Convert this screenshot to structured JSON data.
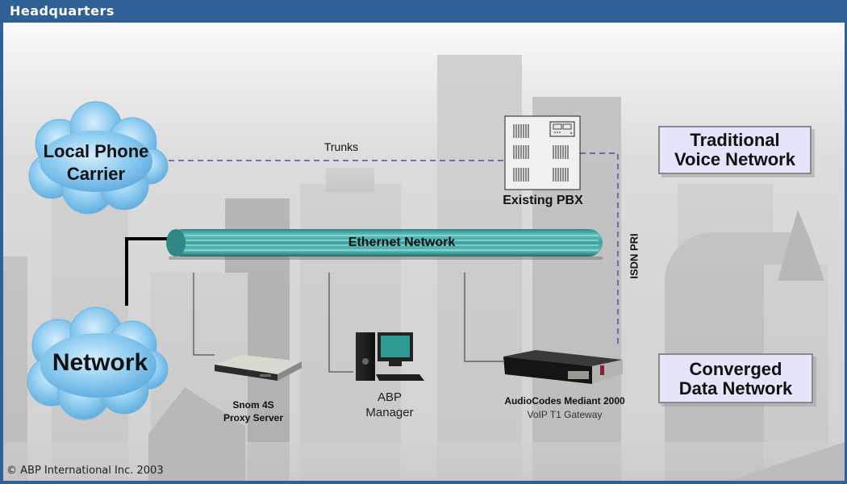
{
  "title": "Headquarters",
  "clouds": {
    "local_phone_carrier": [
      "Local Phone",
      "Carrier"
    ],
    "network": "Network"
  },
  "links": {
    "trunks": "Trunks",
    "isdn_pri": "ISDN PRI",
    "ethernet": "Ethernet Network"
  },
  "devices": {
    "pbx": {
      "label": "Existing PBX",
      "icon": "pbx-cabinet-icon"
    },
    "proxy": {
      "label_lines": [
        "Snom 4S",
        "Proxy Server"
      ],
      "icon": "rack-server-icon"
    },
    "manager": {
      "label_lines": [
        "ABP",
        "Manager"
      ],
      "icon": "desktop-computer-icon"
    },
    "gateway": {
      "label": "AudioCodes Mediant 2000",
      "sublabel": "VoIP T1 Gateway",
      "icon": "gateway-appliance-icon"
    }
  },
  "zones": {
    "traditional": [
      "Traditional",
      "Voice Network"
    ],
    "converged": [
      "Converged",
      "Data Network"
    ]
  },
  "footer": "© ABP International Inc. 2003",
  "colors": {
    "header": "#2f6197",
    "ethernet": "#3c9c9a",
    "cloud": "#7cc0e8",
    "zone_box": "#e4e4fa",
    "dashed_link": "#3a3a8a"
  }
}
